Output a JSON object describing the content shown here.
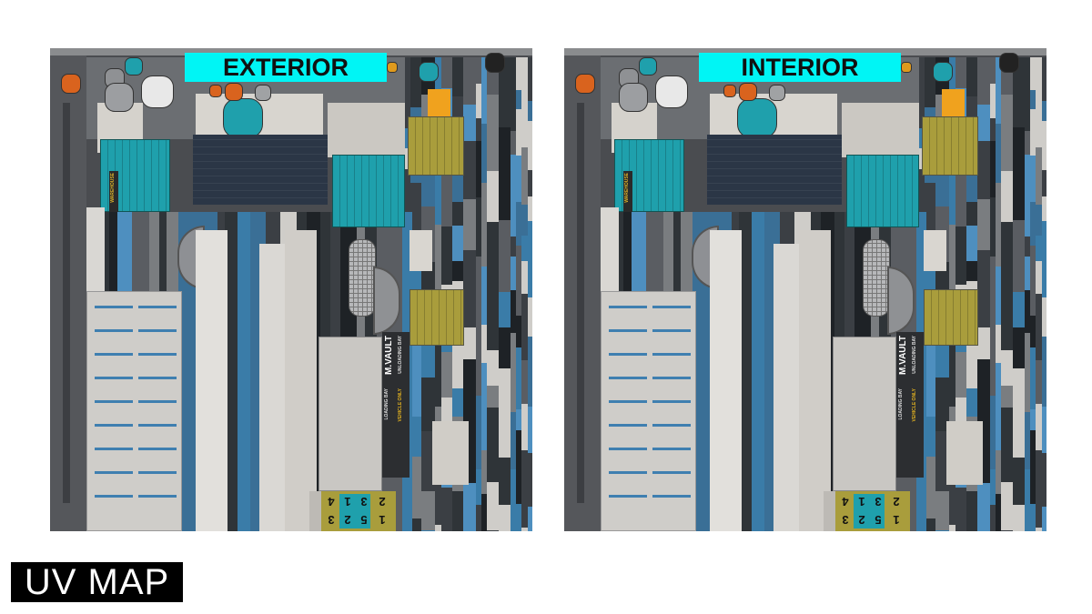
{
  "panels": [
    {
      "label": "EXTERIOR"
    },
    {
      "label": "INTERIOR"
    }
  ],
  "atlas_text": {
    "warehouse": "WAREHOUSE",
    "brand": "M.VAULT",
    "unloading": "UNLOADING BAY",
    "loading": "LOADING BAY",
    "vehicle": "VEHICLE ONLY",
    "tiles": [
      "4",
      "1",
      "3",
      "2",
      "3",
      "2",
      "5",
      "1"
    ]
  },
  "title": "UV MAP",
  "colors": {
    "label_bg": "#00f5f5",
    "teal": "#1fa0ac",
    "navy": "#2b3646",
    "olive": "#a99d3c",
    "steel_blue": "#3a7ca8",
    "light_grey": "#cfcdc9",
    "orange": "#d9631e"
  }
}
